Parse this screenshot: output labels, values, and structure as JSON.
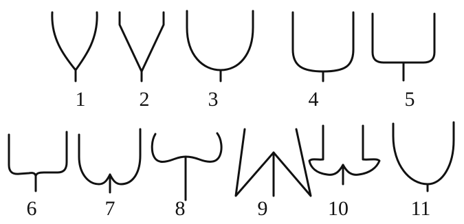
{
  "shapes": [
    {
      "id": "shape-1",
      "label": "1"
    },
    {
      "id": "shape-2",
      "label": "2"
    },
    {
      "id": "shape-3",
      "label": "3"
    },
    {
      "id": "shape-4",
      "label": "4"
    },
    {
      "id": "shape-5",
      "label": "5"
    },
    {
      "id": "shape-6",
      "label": "6"
    },
    {
      "id": "shape-7",
      "label": "7"
    },
    {
      "id": "shape-8",
      "label": "8"
    },
    {
      "id": "shape-9",
      "label": "9"
    },
    {
      "id": "shape-10",
      "label": "10"
    },
    {
      "id": "shape-11",
      "label": "11"
    }
  ],
  "colors": {
    "stroke": "#111111",
    "background": "#ffffff"
  }
}
